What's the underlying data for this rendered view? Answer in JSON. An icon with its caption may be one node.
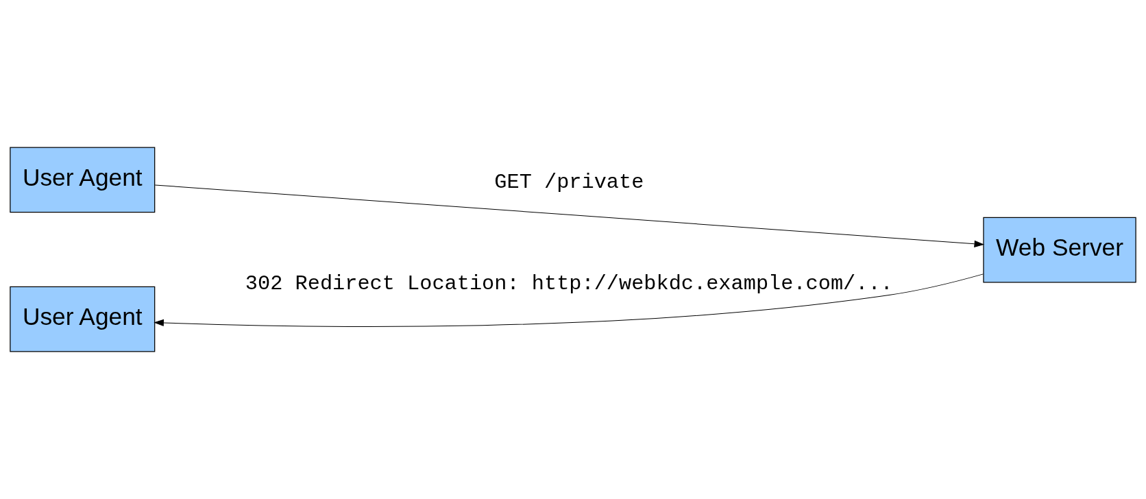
{
  "diagram": {
    "nodes": [
      {
        "text": [
          "User Agent"
        ]
      },
      {
        "text": [
          "Web Server"
        ]
      },
      {
        "text": [
          "User Agent"
        ]
      }
    ],
    "edges": [
      {
        "from": 0,
        "to": 1,
        "arrow": "to",
        "label": "GET /private"
      },
      {
        "from": 1,
        "to": 2,
        "arrow": "to",
        "label": "302 Redirect Location: http://webkdc.example.com/..."
      }
    ]
  }
}
